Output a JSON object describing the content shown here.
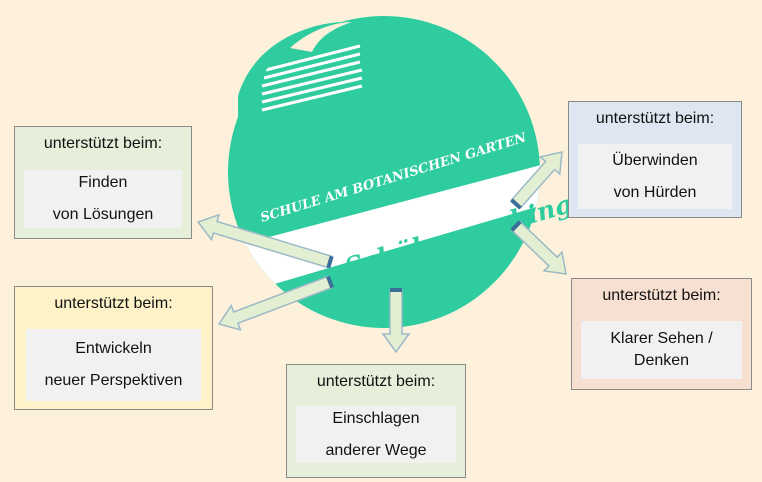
{
  "logo": {
    "school_name": "SCHULE AM BOTANISCHEN GARTEN",
    "program": "Schülercoaching"
  },
  "boxes": {
    "left_top": {
      "heading": "unterstützt beim:",
      "lines": [
        "Finden",
        "von Lösungen"
      ]
    },
    "left_bottom": {
      "heading": "unterstützt beim:",
      "lines": [
        "Entwickeln",
        "neuer Perspektiven"
      ]
    },
    "bottom": {
      "heading": "unterstützt beim:",
      "lines": [
        "Einschlagen",
        "anderer Wege"
      ]
    },
    "right_top": {
      "heading": "unterstützt beim:",
      "lines": [
        "Überwinden",
        "von Hürden"
      ]
    },
    "right_bottom": {
      "heading": "unterstützt beim:",
      "lines": [
        "Klarer Sehen /",
        "Denken"
      ]
    }
  },
  "colors": {
    "background": "#fdf1dc",
    "logo_green": "#2ecc9f",
    "arrow_fill": "#e3efd3",
    "arrow_stroke": "#9bb9c6",
    "arrow_cap": "#3b6e99"
  }
}
